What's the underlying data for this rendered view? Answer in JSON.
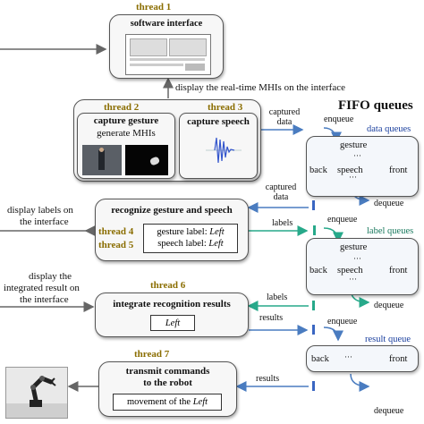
{
  "thread1": {
    "label": "thread 1",
    "title": "software interface"
  },
  "display_mhis": "display the real-time MHIs on the interface",
  "fifo_title": "FIFO queues",
  "thread2": {
    "label": "thread 2",
    "title": "capture gesture",
    "subtitle": "generate MHIs"
  },
  "thread3": {
    "label": "thread 3",
    "title": "capture speech"
  },
  "captured_data_1": [
    "captured",
    "data"
  ],
  "captured_data_2": [
    "captured",
    "data"
  ],
  "data_queue": {
    "title": "data queues",
    "enqueue": "enqueue",
    "dequeue": "dequeue",
    "gesture": "gesture",
    "speech": "speech",
    "back": "back",
    "front": "front",
    "dots": "···"
  },
  "label_queue": {
    "title": "label queues",
    "enqueue": "enqueue",
    "dequeue": "dequeue",
    "gesture": "gesture",
    "speech": "speech",
    "back": "back",
    "front": "front",
    "dots": "···"
  },
  "result_queue": {
    "title": "result queue",
    "enqueue": "enqueue",
    "dequeue": "dequeue",
    "back": "back",
    "front": "front",
    "dots": "···"
  },
  "display_labels": [
    "display labels on",
    "the interface"
  ],
  "recognize": {
    "title": "recognize gesture and speech",
    "thread4": "thread 4",
    "thread5": "thread 5",
    "gesture_label_prefix": "gesture label: ",
    "gesture_label_value": "Left",
    "speech_label_prefix": "speech label: ",
    "speech_label_value": "Left"
  },
  "labels_1": "labels",
  "labels_2": "labels",
  "display_result": [
    "display the",
    "integrated result on",
    "the interface"
  ],
  "thread6": {
    "label": "thread 6",
    "title": "integrate recognition results",
    "value": "Left"
  },
  "results_1": "results",
  "results_2": "results",
  "thread7": {
    "label": "thread 7",
    "title_line1": "transmit commands",
    "title_line2": "to the robot",
    "movement_prefix": "movement of the ",
    "movement_value": "Left"
  },
  "colors": {
    "blue_arrow": "#4a7cc0",
    "teal_arrow": "#27a98a",
    "thread_label": "#8a6d00",
    "queue_bar_data": "#3a66c2",
    "queue_bar_label": "#27a98a"
  }
}
